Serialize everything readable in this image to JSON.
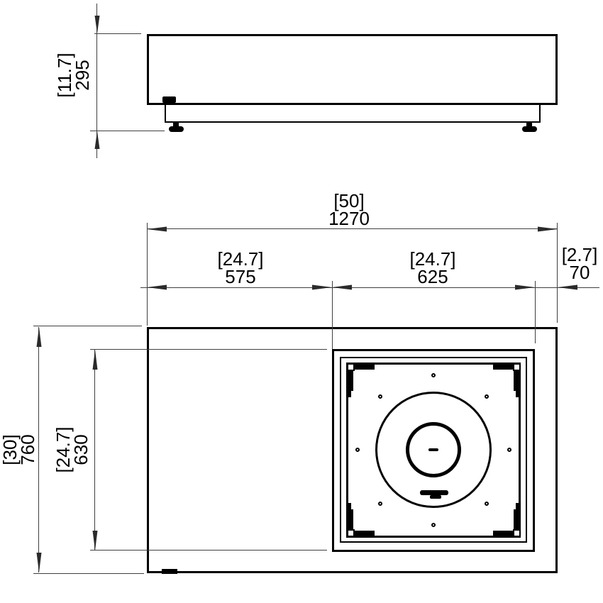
{
  "side_view": {
    "height": {
      "inches": "[11.7]",
      "mm": "295"
    }
  },
  "plan_view": {
    "overall_width": {
      "inches": "[50]",
      "mm": "1270"
    },
    "left_section": {
      "inches": "[24.7]",
      "mm": "575"
    },
    "firebox_width": {
      "inches": "[24.7]",
      "mm": "625"
    },
    "right_edge": {
      "inches": "[2.7]",
      "mm": "70"
    },
    "overall_depth": {
      "inches": "[30]",
      "mm": "760"
    },
    "firebox_depth": {
      "inches": "[24.7]",
      "mm": "630"
    }
  },
  "colors": {
    "outline": "#000000",
    "dimension_line": "#3f3f3f",
    "background": "#ffffff"
  }
}
